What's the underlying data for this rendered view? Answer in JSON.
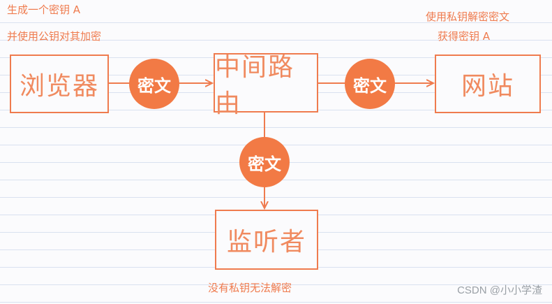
{
  "nodes": {
    "browser": "浏览器",
    "router": "中间路由",
    "website": "网站",
    "eavesdropper": "监听者"
  },
  "edges": {
    "browser_to_router": "密文",
    "router_to_website": "密文",
    "router_to_eavesdropper": "密文"
  },
  "notes": {
    "browser_line1": "生成一个密钥 A",
    "browser_line2": "并使用公钥对其加密",
    "website_line1": "使用私钥解密密文",
    "website_line2": "获得密钥 A",
    "eavesdropper": "没有私钥无法解密"
  },
  "watermark": "CSDN @小小学渣",
  "colors": {
    "accent": "#f27a45",
    "line": "#ef7b4e",
    "text": "#f08a5f"
  }
}
